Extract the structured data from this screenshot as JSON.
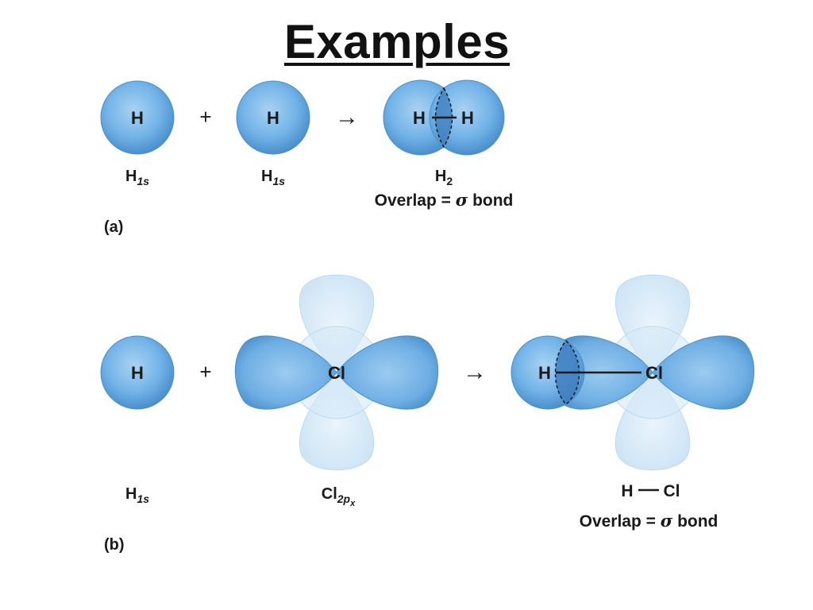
{
  "title": "Examples",
  "panel_a": {
    "tag": "(a)",
    "atom1": "H",
    "atom2": "H",
    "plus": "+",
    "arrow": "→",
    "label1_main": "H",
    "label1_sub": "1s",
    "label2_main": "H",
    "label2_sub": "1s",
    "product_left": "H",
    "product_right": "H",
    "product_main": "H",
    "product_sub": "2",
    "overlap_prefix": "Overlap = ",
    "overlap_symbol": "σ",
    "overlap_suffix": " bond"
  },
  "panel_b": {
    "tag": "(b)",
    "atom1": "H",
    "atom2": "Cl",
    "plus": "+",
    "arrow": "→",
    "label1_main": "H",
    "label1_sub": "1s",
    "label2_main": "Cl",
    "label2_sub": "2p",
    "label2_subsub": "x",
    "product_left": "H",
    "product_right": "Cl",
    "product_label_left": "H",
    "product_label_right": "Cl",
    "overlap_prefix": "Overlap = ",
    "overlap_symbol": "σ",
    "overlap_suffix": " bond"
  },
  "colors": {
    "orbital_main": "#6aaee6",
    "orbital_edge": "#3f86c4",
    "orbital_light": "#cfe5f6",
    "overlap_dark": "#3f7fbf"
  }
}
